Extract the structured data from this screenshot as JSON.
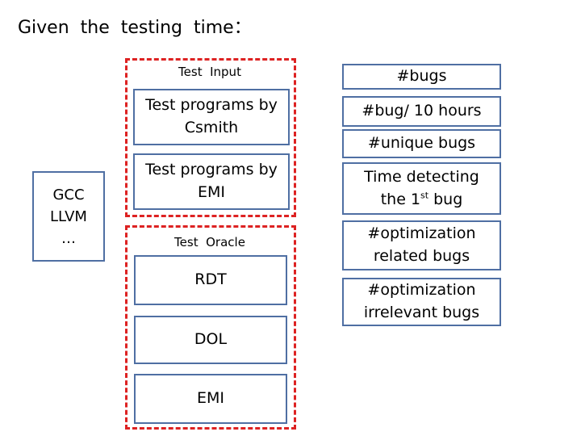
{
  "title": "Given  the  testing  time：",
  "compilers_box": "GCC\nLLVM\n…",
  "test_input_label": "Test  Input",
  "test_oracle_label": "Test  Oracle",
  "inputs": [
    "Test programs by\nCsmith",
    "Test programs by\nEMI"
  ],
  "oracles": [
    "RDT",
    "DOL",
    "EMI"
  ],
  "metrics": {
    "bugs": "#bugs",
    "bugs_per_10h": "#bug/ 10 hours",
    "unique_bugs": "#unique bugs",
    "time_first_bug_line1": "Time detecting",
    "time_first_bug_line2_pre": "the 1",
    "time_first_bug_sup": "st",
    "time_first_bug_line2_post": " bug",
    "optimization_related": "#optimization\nrelated bugs",
    "optimization_irrelevant": "#optimization\nirrelevant bugs"
  },
  "colors": {
    "box_border": "#4f6fa3",
    "dashed_border": "#dd2222"
  }
}
